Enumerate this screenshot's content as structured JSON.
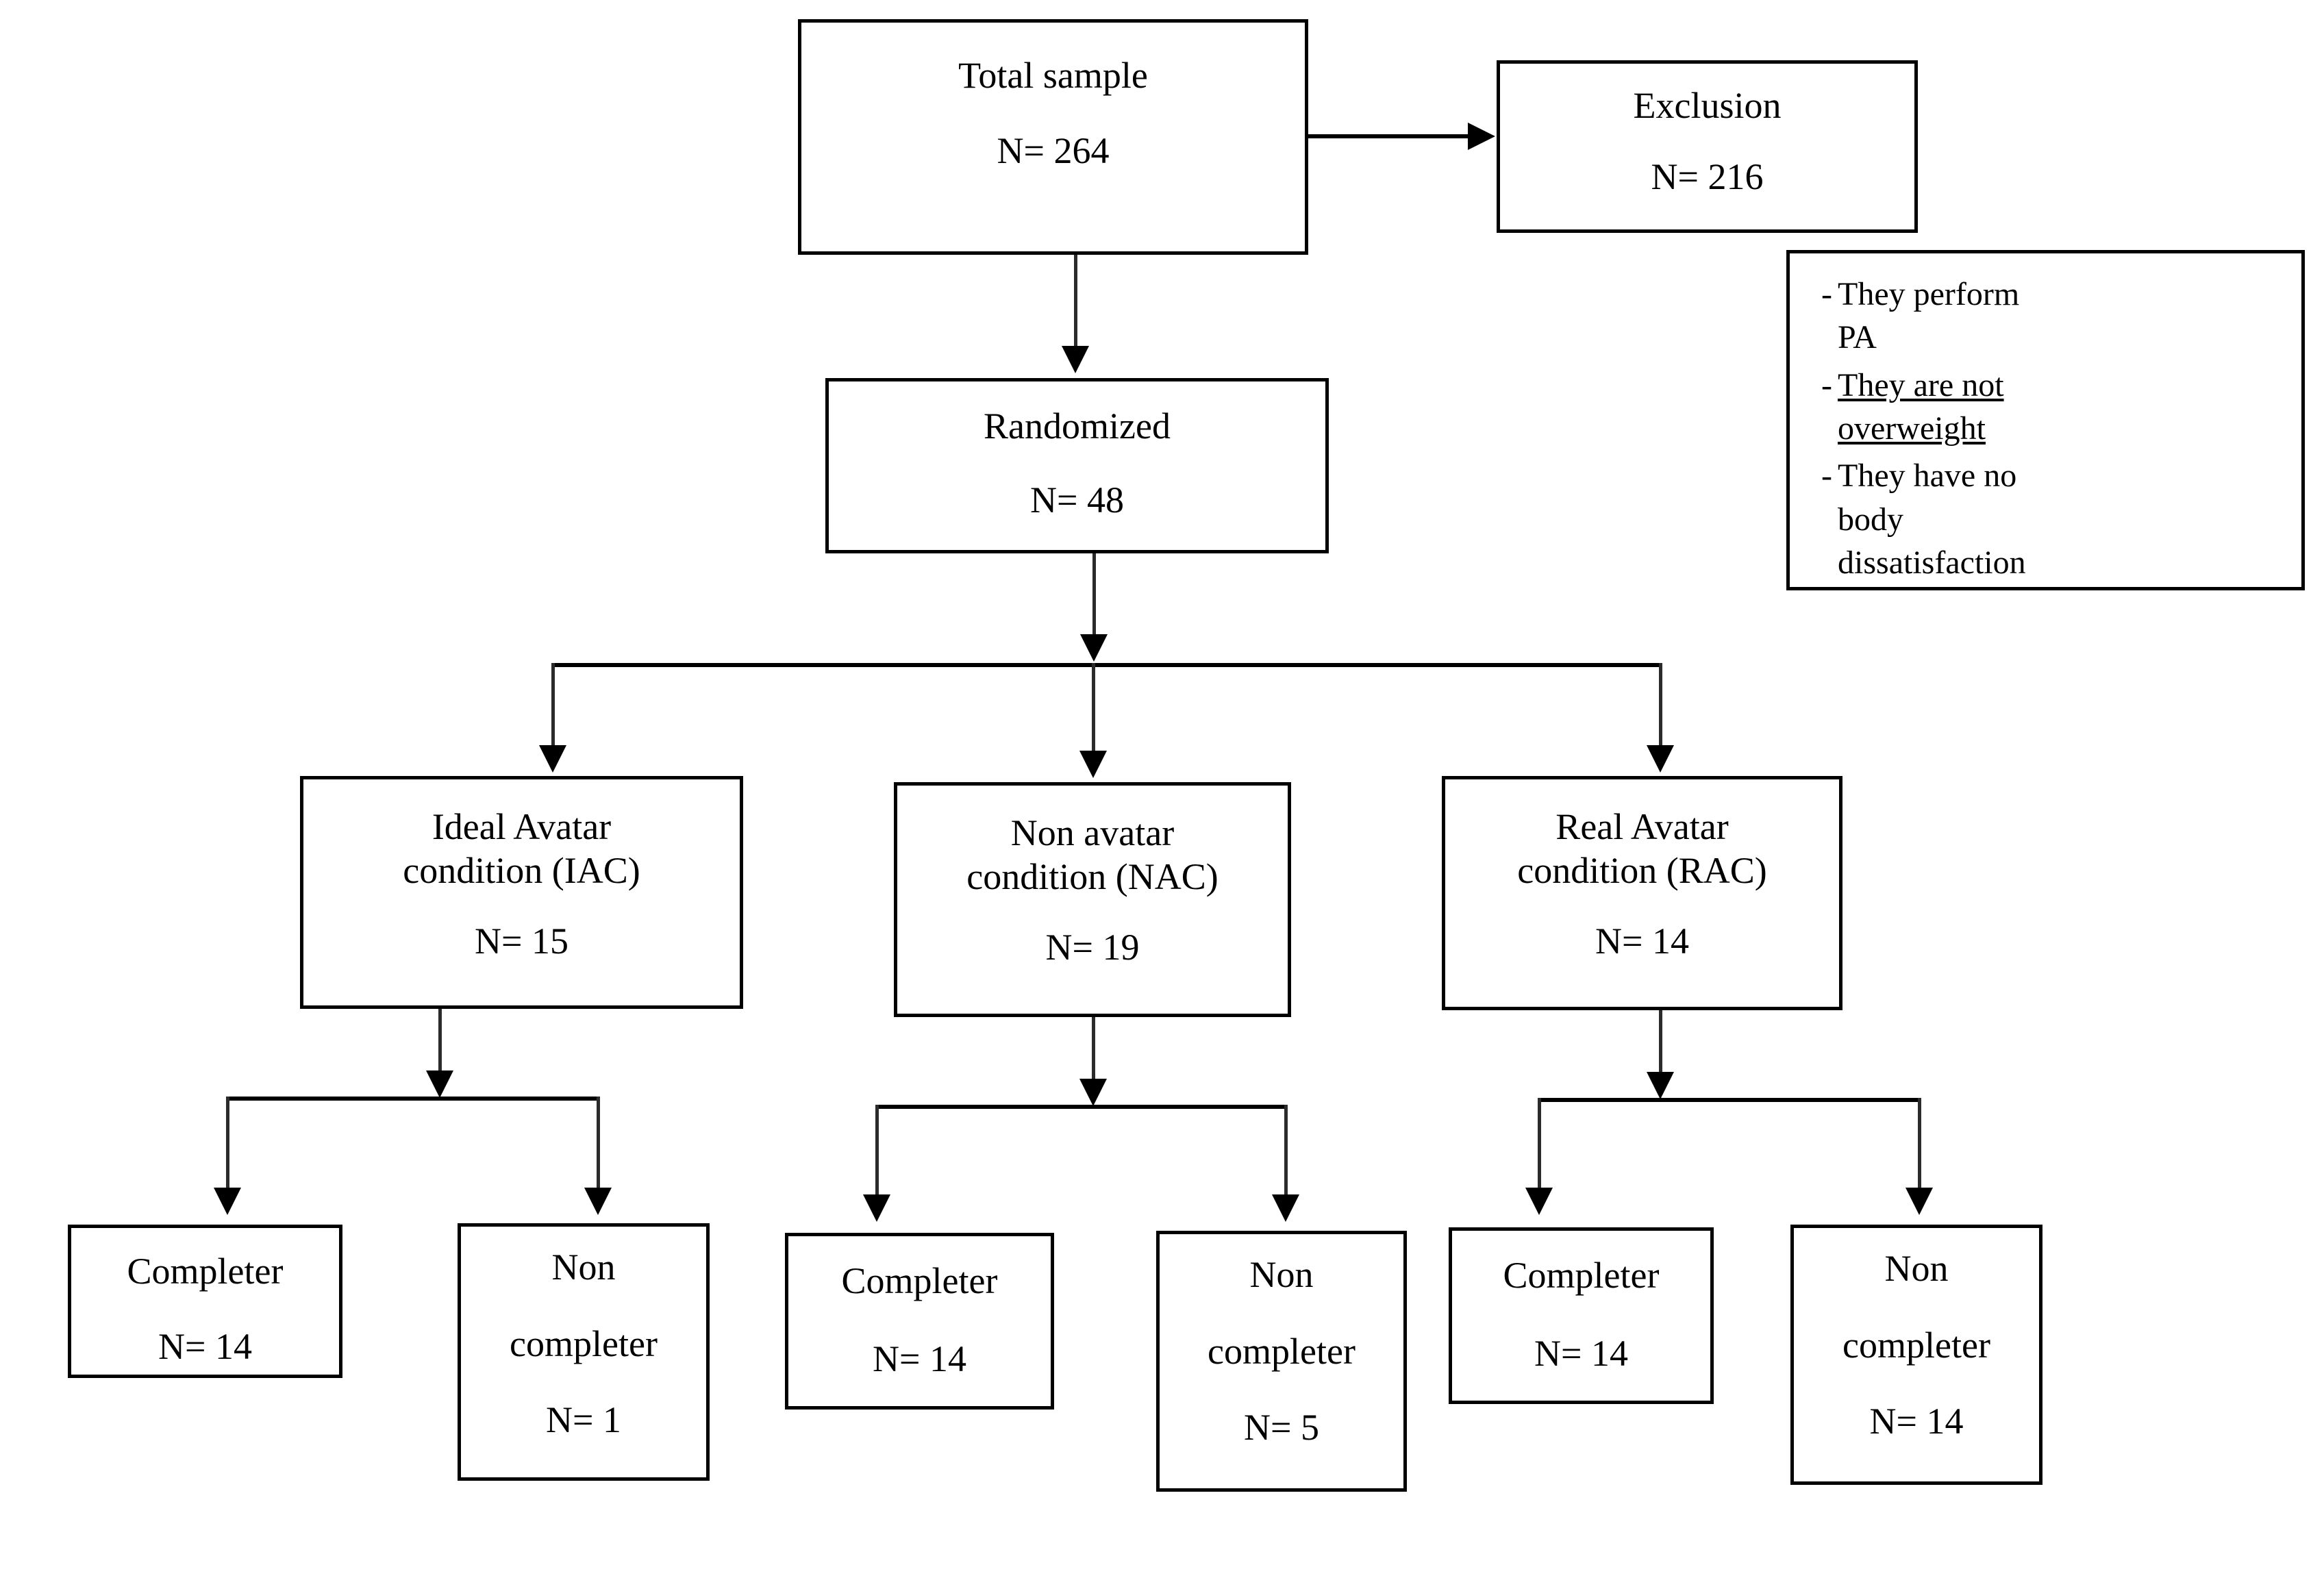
{
  "diagram": {
    "title": "CONSORT-style participant flow diagram",
    "type": "flowchart"
  },
  "nodes": {
    "total_sample": {
      "label": "Total sample",
      "n": "N= 264"
    },
    "exclusion": {
      "label": "Exclusion",
      "n": "N= 216"
    },
    "randomized": {
      "label": "Randomized",
      "n": "N= 48"
    },
    "iac": {
      "line1": "Ideal Avatar",
      "line2": "condition (IAC)",
      "n": "N= 15"
    },
    "nac": {
      "line1": "Non avatar",
      "line2": "condition (NAC)",
      "n": "N= 19"
    },
    "rac": {
      "line1": "Real Avatar",
      "line2": "condition (RAC)",
      "n": "N= 14"
    },
    "iac_completer": {
      "label": "Completer",
      "n": "N= 14"
    },
    "iac_noncompleter": {
      "line1": "Non",
      "line2": "completer",
      "n": "N= 1"
    },
    "nac_completer": {
      "label": "Completer",
      "n": "N= 14"
    },
    "nac_noncompleter": {
      "line1": "Non",
      "line2": "completer",
      "n": "N= 5"
    },
    "rac_completer": {
      "label": "Completer",
      "n": "N= 14"
    },
    "rac_noncompleter": {
      "line1": "Non",
      "line2": "completer",
      "n": "N= 14"
    }
  },
  "exclusion_criteria": {
    "bullet_char": "-",
    "items": [
      {
        "text": "They perform PA",
        "underline": false
      },
      {
        "text": "They are not overweight",
        "underline": true
      },
      {
        "text": "They have no body dissatisfaction",
        "underline": false
      }
    ]
  },
  "colors": {
    "stroke": "#000000",
    "connector": "#2b2b2b",
    "background": "#ffffff",
    "text": "#000000"
  }
}
